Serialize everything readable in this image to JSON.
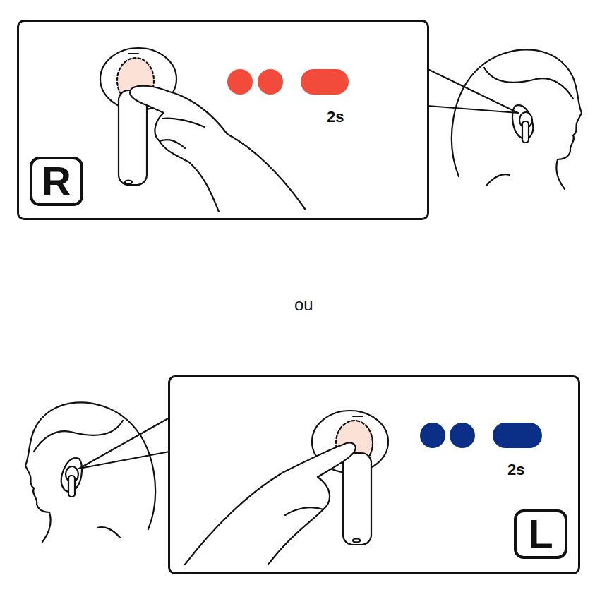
{
  "diagram": {
    "nodes": [
      {
        "text": [
          "2s"
        ]
      },
      {
        "text": [
          "R"
        ],
        "in": 0
      },
      {
        "text": [
          "2s"
        ]
      },
      {
        "text": [
          "L"
        ],
        "in": 2
      }
    ],
    "labels": [
      "ou"
    ]
  }
}
